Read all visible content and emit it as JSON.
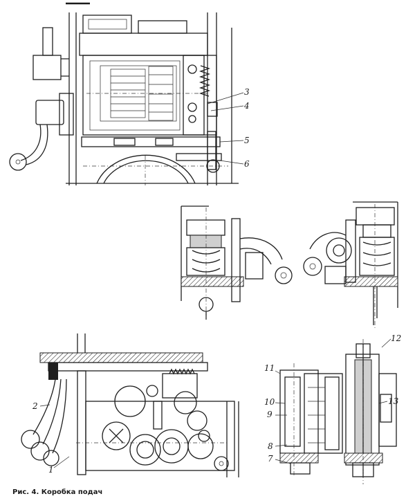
{
  "figure": {
    "caption": "Рис. 4. Коробка подач",
    "callouts": [
      {
        "id": "3",
        "label": "3"
      },
      {
        "id": "4",
        "label": "4"
      },
      {
        "id": "5",
        "label": "5"
      },
      {
        "id": "6",
        "label": "6"
      },
      {
        "id": "12",
        "label": "12"
      },
      {
        "id": "11",
        "label": "11"
      },
      {
        "id": "10",
        "label": "10"
      },
      {
        "id": "9",
        "label": "9"
      },
      {
        "id": "13",
        "label": "13"
      },
      {
        "id": "8",
        "label": "8"
      },
      {
        "id": "7",
        "label": "7"
      },
      {
        "id": "2",
        "label": "2"
      },
      {
        "id": "1",
        "label": "1"
      }
    ]
  }
}
